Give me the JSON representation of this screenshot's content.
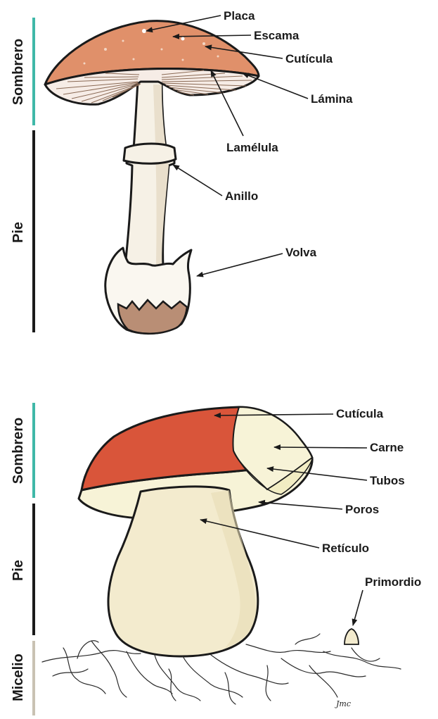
{
  "colors": {
    "teal_bar": "#3fb8a8",
    "black_bar": "#1a1a1a",
    "gray_bar": "#c9c2b3",
    "amanita_cap": "#e0906a",
    "amanita_gills": "#f6ece6",
    "stem": "#f6f1e6",
    "volva_base": "#b98e75",
    "boletus_cap": "#d9553a",
    "boletus_flesh": "#f7f3d7",
    "boletus_stem": "#f3ebce"
  },
  "top_diagram": {
    "sections": {
      "sombrero": "Sombrero",
      "pie": "Pie"
    },
    "labels": {
      "placa": "Placa",
      "escama": "Escama",
      "cuticula": "Cutícula",
      "lamina": "Lámina",
      "lamelula": "Lamélula",
      "anillo": "Anillo",
      "volva": "Volva"
    }
  },
  "bottom_diagram": {
    "sections": {
      "sombrero": "Sombrero",
      "pie": "Pie",
      "micelio": "Micelio"
    },
    "labels": {
      "cuticula": "Cutícula",
      "carne": "Carne",
      "tubos": "Tubos",
      "poros": "Poros",
      "reticulo": "Retículo",
      "primordio": "Primordio"
    }
  },
  "signature": "Jmc"
}
